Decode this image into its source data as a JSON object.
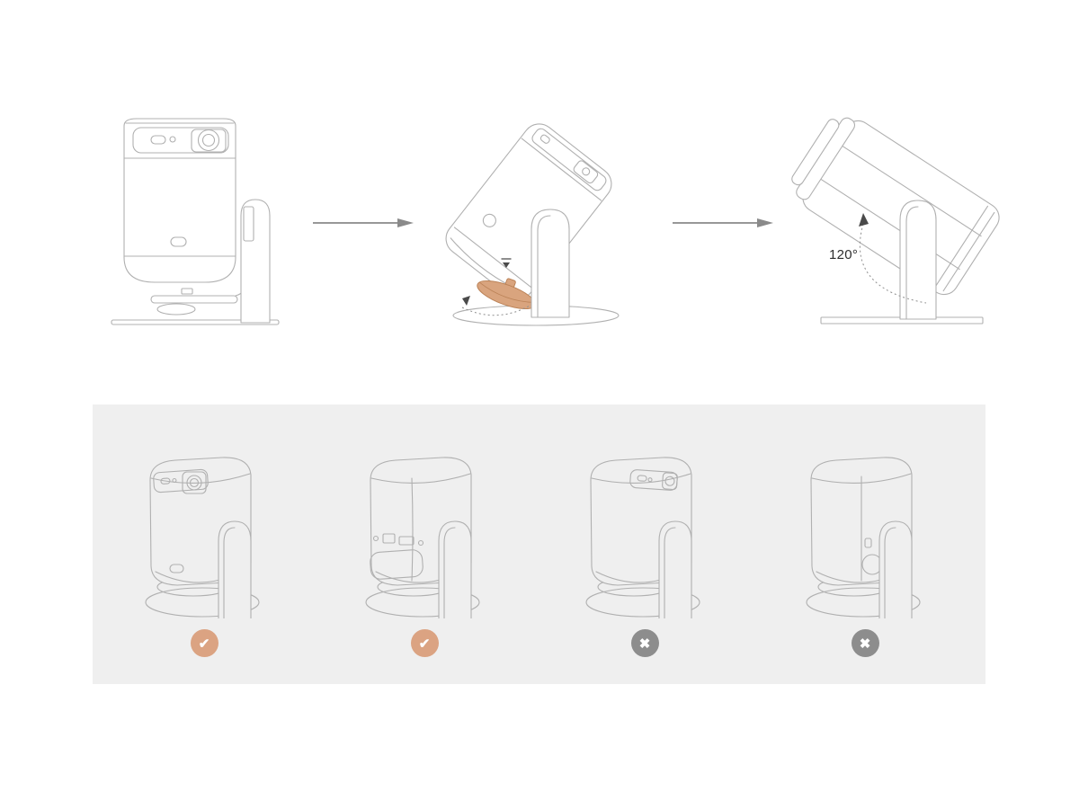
{
  "colors": {
    "page_bg": "#ffffff",
    "panel_bg": "#efefef",
    "line": "#b0b0b0",
    "arrow": "#8a8a8a",
    "accent": "#d9a47e",
    "accent_stroke": "#bb8257",
    "check_bg": "#dba382",
    "cross_bg": "#8d8d8d",
    "mark_glyph": "#ffffff",
    "label_text": "#2d2d2d"
  },
  "top_row": {
    "steps": [
      {
        "name": "projector-upright-on-stand",
        "annotation": ""
      },
      {
        "name": "projector-tilted-knob-adjust",
        "annotation": ""
      },
      {
        "name": "projector-rotated-full",
        "annotation": "120°"
      }
    ]
  },
  "bottom_panel": {
    "items": [
      {
        "name": "placement-front-facing",
        "icon": "check-icon",
        "verdict": "allowed",
        "glyph": "✔"
      },
      {
        "name": "placement-rear-facing",
        "icon": "check-icon",
        "verdict": "allowed",
        "glyph": "✔"
      },
      {
        "name": "placement-angled-right",
        "icon": "cross-icon",
        "verdict": "not-allowed",
        "glyph": "✖"
      },
      {
        "name": "placement-side-facing",
        "icon": "cross-icon",
        "verdict": "not-allowed",
        "glyph": "✖"
      }
    ]
  }
}
